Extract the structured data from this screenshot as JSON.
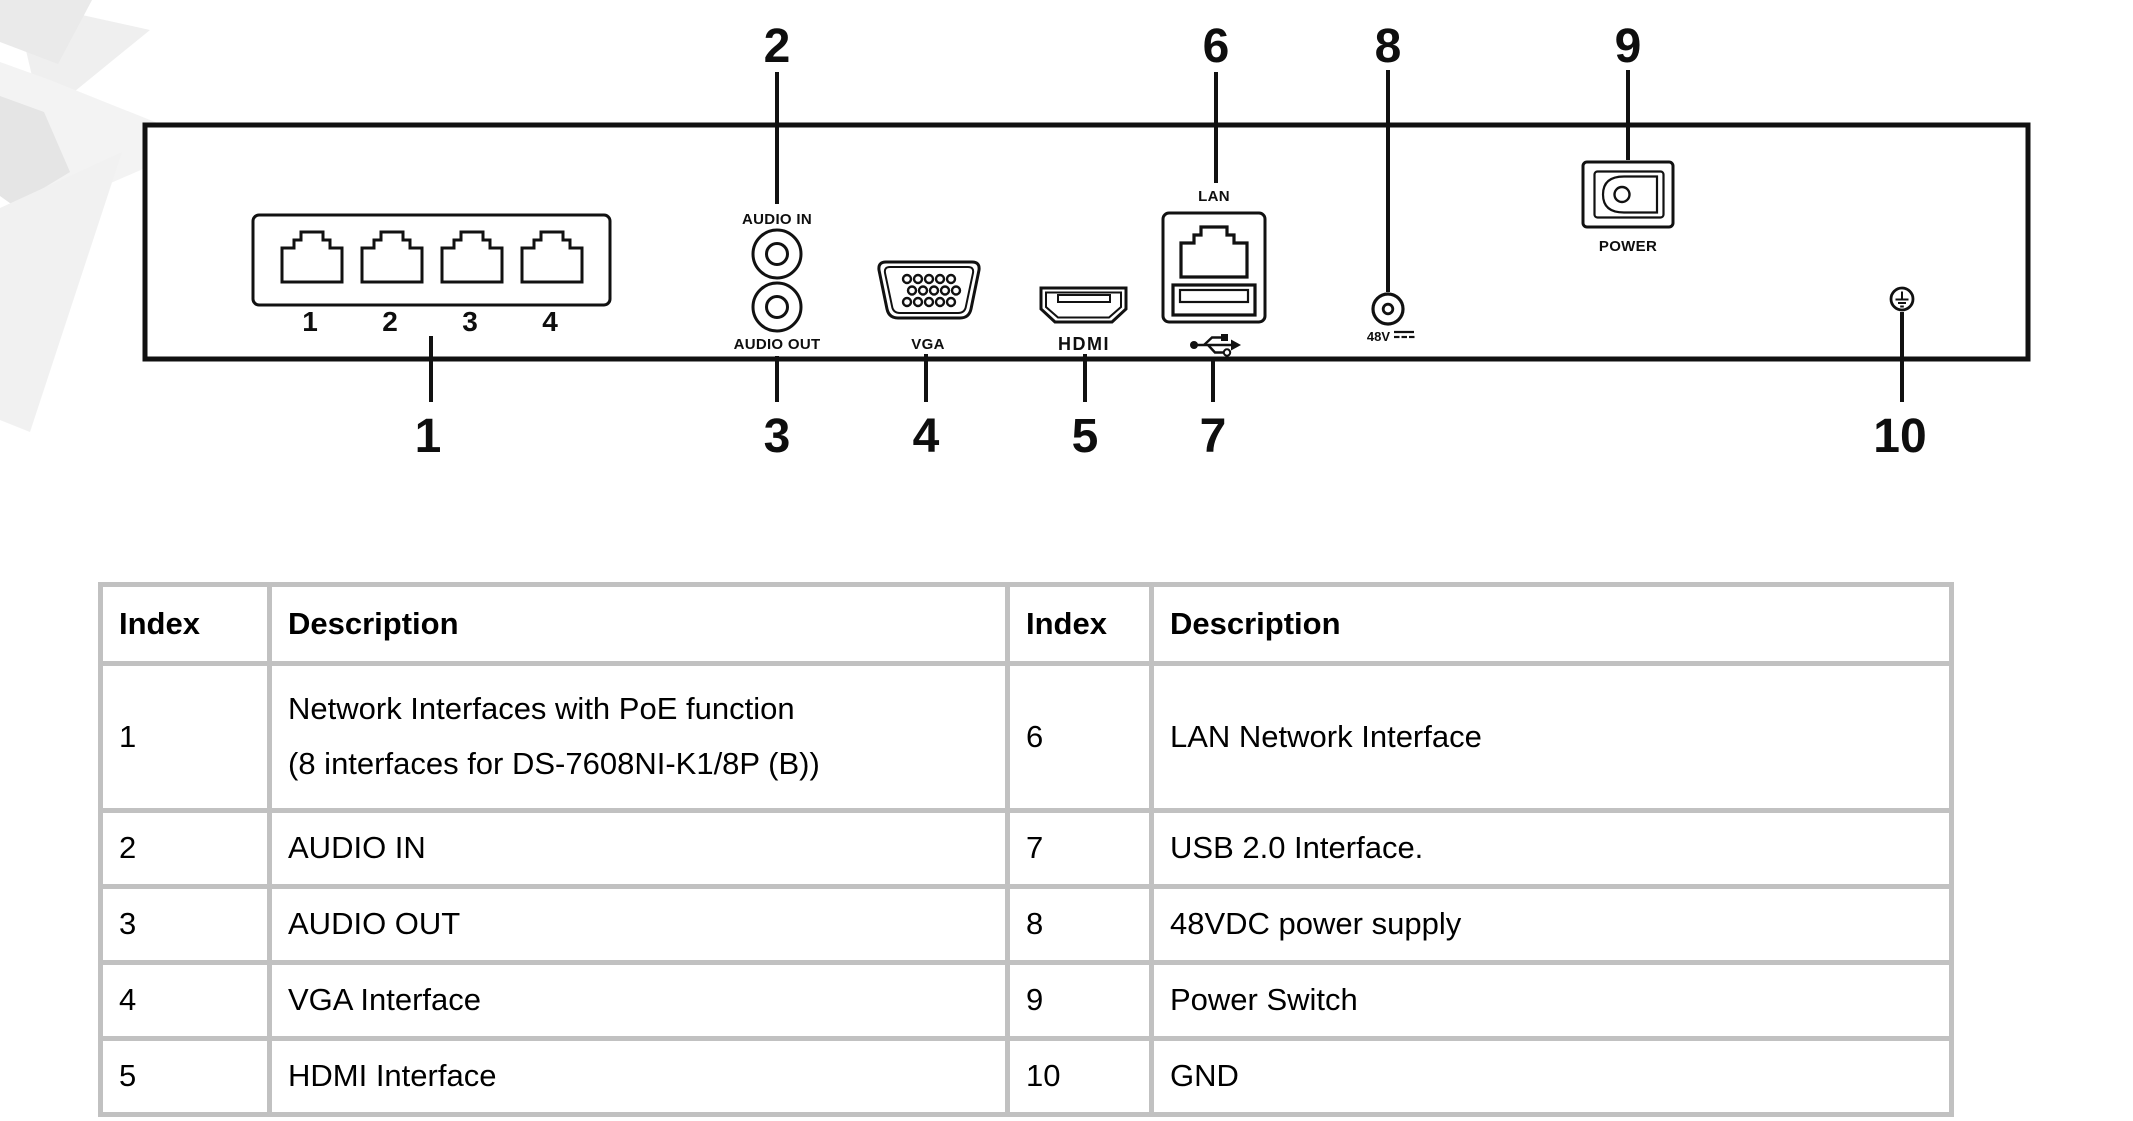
{
  "device_panel": {
    "poe_port_numbers": [
      "1",
      "2",
      "3",
      "4"
    ],
    "labels": {
      "audio_in": "AUDIO IN",
      "audio_out": "AUDIO OUT",
      "vga": "VGA",
      "hdmi": "HDMI",
      "lan": "LAN",
      "power": "POWER",
      "dc_voltage": "48V"
    },
    "icons": {
      "usb": "usb-trident-icon",
      "ground": "protective-earth-icon",
      "dc": "dc-current-icon"
    },
    "callouts": {
      "top": [
        "2",
        "6",
        "8",
        "9"
      ],
      "bottom": [
        "1",
        "3",
        "4",
        "5",
        "7",
        "10"
      ]
    }
  },
  "table": {
    "left": {
      "header": {
        "index": "Index",
        "description": "Description"
      },
      "rows": [
        {
          "index": "1",
          "description_line1": "Network Interfaces with PoE function",
          "description_line2": "(8 interfaces for DS-7608NI-K1/8P (B))"
        },
        {
          "index": "2",
          "description": "AUDIO IN"
        },
        {
          "index": "3",
          "description": "AUDIO OUT"
        },
        {
          "index": "4",
          "description": "VGA Interface"
        },
        {
          "index": "5",
          "description": "HDMI Interface"
        }
      ]
    },
    "right": {
      "header": {
        "index": "Index",
        "description": "Description"
      },
      "rows": [
        {
          "index": "6",
          "description": "LAN Network Interface"
        },
        {
          "index": "7",
          "description": "USB 2.0 Interface."
        },
        {
          "index": "8",
          "description": "48VDC power supply"
        },
        {
          "index": "9",
          "description": "Power Switch"
        },
        {
          "index": "10",
          "description": "GND"
        }
      ]
    }
  },
  "colors": {
    "diagram_line": "#111111",
    "table_border": "#c1c1c1",
    "text": "#000000",
    "background": "#ffffff",
    "watermark_gray": "#ececec"
  }
}
